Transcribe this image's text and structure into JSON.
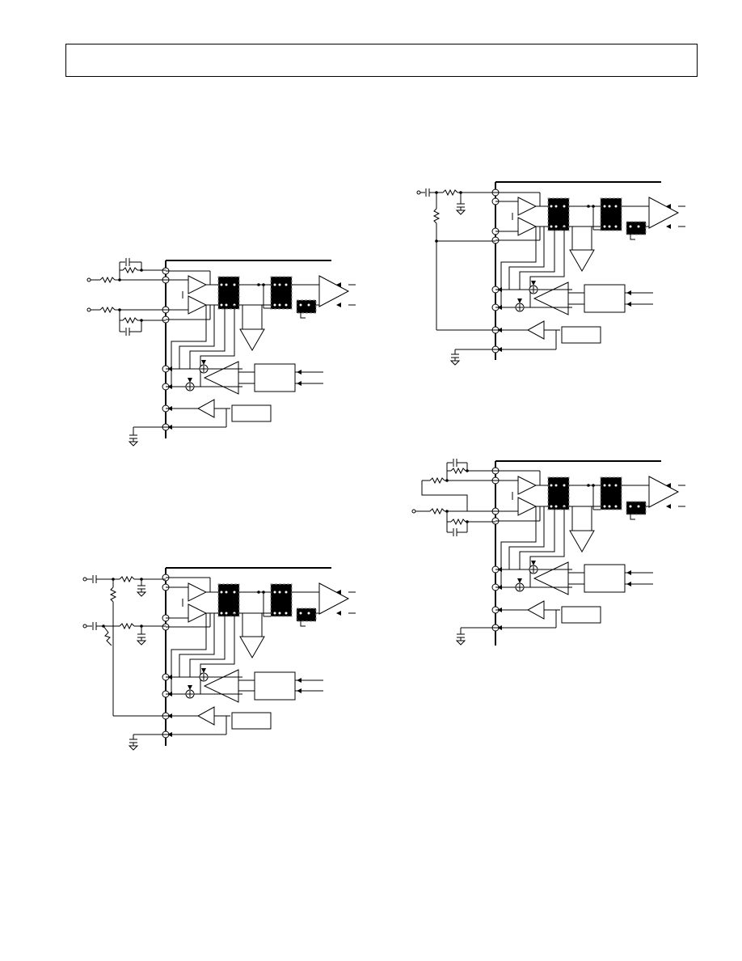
{
  "page": {
    "header_text": ""
  },
  "figures": [
    {
      "id": "fig-a",
      "visible_text": []
    },
    {
      "id": "fig-b",
      "visible_text": []
    },
    {
      "id": "fig-c",
      "visible_text": []
    },
    {
      "id": "fig-d",
      "visible_text": []
    }
  ],
  "colors": {
    "ink": "#000000",
    "dashed_outline": "#888888",
    "paper": "#ffffff"
  }
}
